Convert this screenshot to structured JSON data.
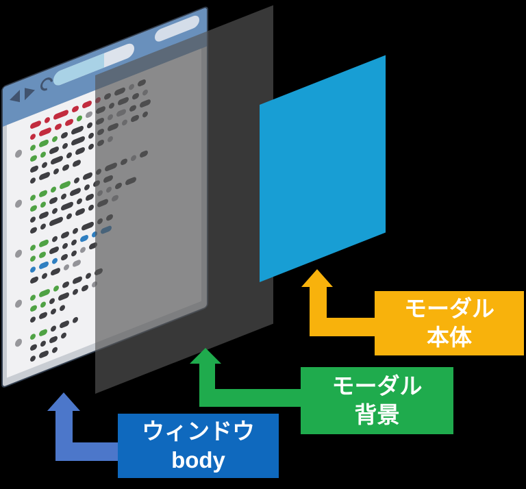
{
  "background_color": "#000000",
  "browser_window": {
    "toolbar_color": "#6990bc",
    "frame_color": "#c9cdd3",
    "content_color": "#f1f1f3",
    "nav_icon_color": "#41536e",
    "address_bar": {
      "bar_color": "#dde3ec",
      "progress_color": "#a9d2e6"
    },
    "tab_capsule_color": "#d4dde9",
    "bullet_color": "#97979b",
    "dash_colors": {
      "R": "#c22b3e",
      "G": "#4fa244",
      "D": "#3e3e42",
      "Y": "#939398",
      "B": "#2f7fc1"
    },
    "content_rows": [
      {
        "d": [
          [
            "R",
            16
          ],
          [
            "R",
            8
          ],
          [
            "R",
            22
          ],
          [
            "R",
            10
          ],
          [
            "R",
            14
          ],
          [
            "R",
            8
          ],
          [
            "D",
            10
          ],
          [
            "D",
            16
          ],
          [
            "Y",
            8
          ],
          [
            "D",
            12
          ]
        ]
      },
      {
        "d": [
          [
            "R",
            8
          ],
          [
            "R",
            18
          ],
          [
            "R",
            10
          ],
          [
            "R",
            12
          ],
          [
            "G",
            8
          ],
          [
            "Y",
            10
          ],
          [
            "D",
            14
          ],
          [
            "D",
            8
          ],
          [
            "D",
            16
          ],
          [
            "D",
            10
          ],
          [
            "Y",
            8
          ]
        ]
      },
      {
        "b": 1,
        "d": [
          [
            "G",
            8
          ],
          [
            "G",
            14
          ],
          [
            "G",
            8
          ],
          [
            "D",
            10
          ],
          [
            "D",
            18
          ],
          [
            "D",
            8
          ],
          [
            "D",
            12
          ],
          [
            "Y",
            8
          ],
          [
            "Y",
            14
          ],
          [
            "D",
            10
          ],
          [
            "D",
            16
          ]
        ]
      },
      {
        "d": [
          [
            "G",
            10
          ],
          [
            "G",
            8
          ],
          [
            "D",
            14
          ],
          [
            "D",
            8
          ],
          [
            "D",
            20
          ],
          [
            "D",
            8
          ],
          [
            "D",
            10
          ],
          [
            "D",
            16
          ],
          [
            "Y",
            8
          ],
          [
            "D",
            12
          ],
          [
            "D",
            8
          ]
        ]
      },
      {
        "d": [
          [
            "D",
            12
          ],
          [
            "D",
            8
          ],
          [
            "D",
            18
          ],
          [
            "D",
            8
          ],
          [
            "D",
            14
          ],
          [
            "D",
            8
          ],
          [
            "D",
            10
          ],
          [
            "Y",
            8
          ]
        ]
      },
      {
        "d": [
          [
            "D",
            8
          ],
          [
            "D",
            16
          ],
          [
            "D",
            8
          ],
          [
            "D",
            10
          ],
          [
            "D",
            12
          ]
        ]
      },
      {
        "g": 1,
        "b": 1,
        "d": [
          [
            "G",
            8
          ],
          [
            "G",
            12
          ],
          [
            "G",
            8
          ],
          [
            "G",
            16
          ],
          [
            "D",
            8
          ],
          [
            "D",
            14
          ],
          [
            "D",
            8
          ],
          [
            "D",
            18
          ],
          [
            "D",
            10
          ],
          [
            "Y",
            8
          ],
          [
            "D",
            12
          ]
        ]
      },
      {
        "d": [
          [
            "G",
            10
          ],
          [
            "G",
            8
          ],
          [
            "D",
            12
          ],
          [
            "D",
            8
          ],
          [
            "D",
            16
          ],
          [
            "D",
            8
          ],
          [
            "D",
            10
          ],
          [
            "D",
            14
          ]
        ]
      },
      {
        "d": [
          [
            "D",
            8
          ],
          [
            "D",
            14
          ],
          [
            "D",
            8
          ],
          [
            "D",
            18
          ],
          [
            "D",
            8
          ],
          [
            "D",
            12
          ],
          [
            "Y",
            8
          ],
          [
            "Y",
            8
          ],
          [
            "D",
            10
          ],
          [
            "D",
            16
          ]
        ]
      },
      {
        "d": [
          [
            "D",
            10
          ],
          [
            "D",
            8
          ],
          [
            "D",
            20
          ],
          [
            "D",
            8
          ],
          [
            "D",
            14
          ],
          [
            "D",
            8
          ],
          [
            "D",
            16
          ],
          [
            "Y",
            10
          ]
        ]
      },
      {
        "g": 1,
        "b": 1,
        "d": [
          [
            "G",
            8
          ],
          [
            "G",
            14
          ],
          [
            "D",
            8
          ],
          [
            "D",
            12
          ],
          [
            "D",
            8
          ],
          [
            "D",
            18
          ],
          [
            "D",
            8
          ],
          [
            "D",
            10
          ]
        ]
      },
      {
        "d": [
          [
            "G",
            8
          ],
          [
            "G",
            10
          ],
          [
            "D",
            14
          ],
          [
            "D",
            8
          ],
          [
            "D",
            8
          ],
          [
            "B",
            12
          ],
          [
            "B",
            8
          ],
          [
            "B",
            16
          ]
        ]
      },
      {
        "d": [
          [
            "B",
            8
          ],
          [
            "B",
            14
          ],
          [
            "B",
            8
          ],
          [
            "D",
            10
          ],
          [
            "D",
            8
          ],
          [
            "Y",
            8
          ],
          [
            "D",
            12
          ]
        ]
      },
      {
        "d": [
          [
            "D",
            12
          ],
          [
            "D",
            8
          ],
          [
            "D",
            14
          ],
          [
            "Y",
            8
          ],
          [
            "Y",
            12
          ]
        ]
      },
      {
        "g": 1,
        "b": 1,
        "d": [
          [
            "G",
            8
          ],
          [
            "G",
            16
          ],
          [
            "G",
            8
          ],
          [
            "D",
            10
          ],
          [
            "D",
            14
          ],
          [
            "D",
            8
          ],
          [
            "D",
            12
          ]
        ]
      },
      {
        "d": [
          [
            "G",
            10
          ],
          [
            "G",
            8
          ],
          [
            "D",
            8
          ],
          [
            "D",
            16
          ],
          [
            "D",
            8
          ],
          [
            "D",
            10
          ],
          [
            "Y",
            8
          ]
        ]
      },
      {
        "d": [
          [
            "D",
            8
          ],
          [
            "D",
            12
          ],
          [
            "D",
            8
          ],
          [
            "D",
            8
          ]
        ]
      },
      {
        "g": 1,
        "b": 1,
        "d": [
          [
            "G",
            8
          ],
          [
            "G",
            12
          ],
          [
            "D",
            8
          ],
          [
            "D",
            14
          ],
          [
            "D",
            8
          ]
        ]
      },
      {
        "d": [
          [
            "D",
            10
          ],
          [
            "D",
            8
          ],
          [
            "D",
            12
          ],
          [
            "D",
            8
          ]
        ]
      },
      {
        "d": [
          [
            "D",
            8
          ],
          [
            "D",
            14
          ],
          [
            "D",
            8
          ]
        ]
      }
    ]
  },
  "modal_overlay": {
    "color": "rgba(85,85,85,0.66)"
  },
  "modal_panel": {
    "color": "#189ED4"
  },
  "labels": {
    "modal_body": {
      "line1": "モーダル",
      "line2": "本体",
      "box_color": "#F8B20C",
      "arrow_color": "#F8B20C",
      "text_color": "#ffffff"
    },
    "modal_background": {
      "line1": "モーダル",
      "line2": "背景",
      "box_color": "#1FAB4D",
      "arrow_color": "#1FAB4D",
      "text_color": "#ffffff"
    },
    "window_body": {
      "line1": "ウィンドウ",
      "line2": "body",
      "box_color": "#0F69BE",
      "arrow_color": "#4C77CA",
      "text_color": "#ffffff"
    }
  }
}
